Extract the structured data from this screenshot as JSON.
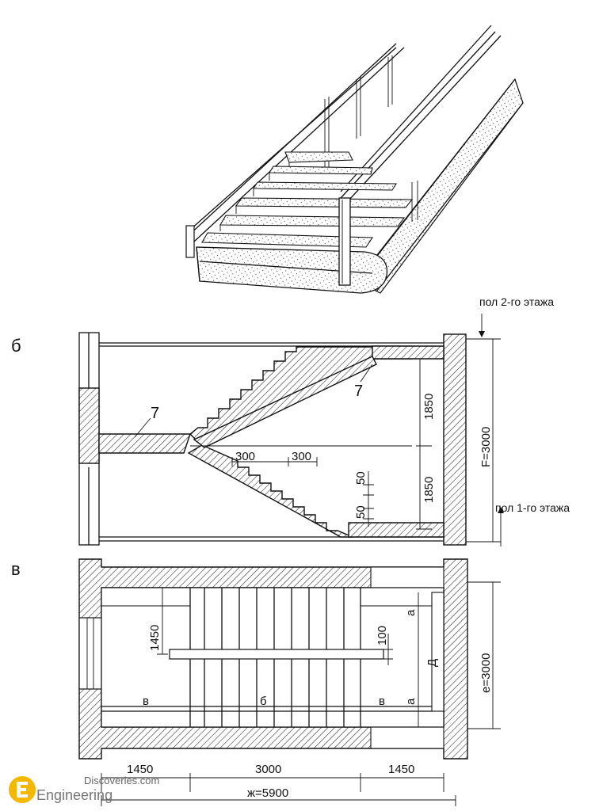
{
  "sections": {
    "b": "б",
    "v": "в"
  },
  "floors": {
    "second": "пол 2-го этажа",
    "first": "пол 1-го этажа"
  },
  "section_b": {
    "slab_mark_left": "7",
    "slab_mark_right": "7",
    "tread_1": "300",
    "tread_2": "300",
    "riser_1": "50",
    "riser_2": "50",
    "flight_upper": "1850",
    "flight_lower": "1850",
    "height": "F=3000"
  },
  "plan_v": {
    "landing_width": "1450",
    "gap": "100",
    "mark_a_top": "a",
    "mark_d": "Д",
    "mark_a_bottom": "a",
    "mark_v_left": "в",
    "mark_b": "б",
    "mark_v_right": "в",
    "width_total": "e=3000",
    "len_left": "1450",
    "len_mid": "3000",
    "len_right": "1450",
    "len_total": "ж=5900"
  },
  "logo": {
    "line1": "Discoveries.com",
    "line2": "Engineering",
    "letter": "E"
  }
}
